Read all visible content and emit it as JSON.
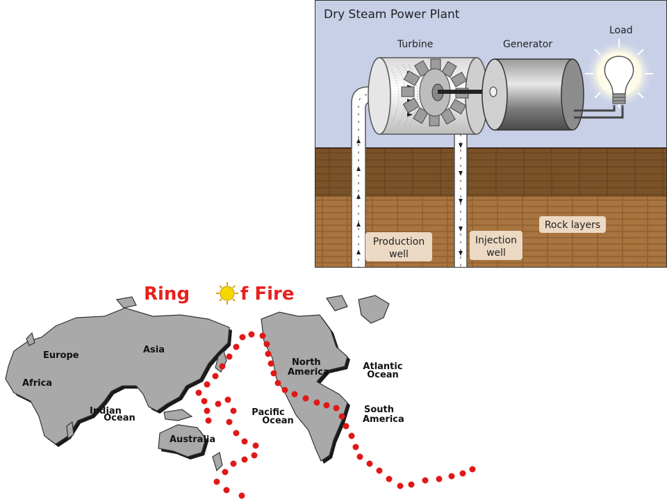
{
  "steam_plant": {
    "title": "Dry Steam Power Plant",
    "labels": {
      "turbine": "Turbine",
      "generator": "Generator",
      "load": "Load",
      "production_well_line1": "Production",
      "production_well_line2": "well",
      "injection_well_line1": "Injection",
      "injection_well_line2": "well",
      "rock_layers": "Rock layers"
    },
    "colors": {
      "sky": "#c8d0e8",
      "ground_top": "#7a5228",
      "ground_bottom": "#a8743f",
      "label_box": "#ecd9c4"
    }
  },
  "ring_of_fire": {
    "title_part1": "Ring",
    "title_part2": "f Fire",
    "continents": {
      "europe": "Europe",
      "asia": "Asia",
      "africa": "Africa",
      "north_america_line1": "North",
      "north_america_line2": "America",
      "south_america_line1": "South",
      "south_america_line2": "America",
      "australia": "Australia"
    },
    "oceans": {
      "indian_line1": "Indian",
      "indian_line2": "Ocean",
      "pacific_line1": "Pacific",
      "pacific_line2": "Ocean",
      "atlantic_line1": "Atlantic",
      "atlantic_line2": "Ocean"
    },
    "colors": {
      "title": "#e8201c",
      "land": "#a9a9a9",
      "dots": "#e01818",
      "sun": "#f5d800"
    }
  }
}
